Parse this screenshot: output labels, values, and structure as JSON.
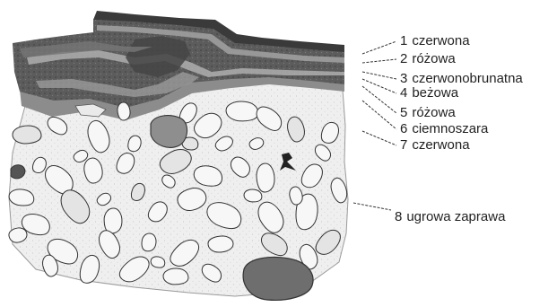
{
  "figure": {
    "labels": [
      {
        "num": "1",
        "text": "czerwona"
      },
      {
        "num": "2",
        "text": "różowa"
      },
      {
        "num": "3",
        "text": "czerwonobrunatna"
      },
      {
        "num": "4",
        "text": "beżowa"
      },
      {
        "num": "5",
        "text": "różowa"
      },
      {
        "num": "6",
        "text": "ciemnoszara"
      },
      {
        "num": "7",
        "text": "czerwona"
      },
      {
        "num": "8",
        "text": "ugrowa zaprawa"
      }
    ],
    "colors": {
      "paper": "#ffffff",
      "mortar": "#eeeeee",
      "dark_layer": "#4a4a4a",
      "mid_layer": "#7a7a7a",
      "light_layer": "#a8a8a8",
      "stone_outline": "#333333",
      "dark_stone": "#6e6e6e",
      "label_text": "#222222"
    }
  }
}
